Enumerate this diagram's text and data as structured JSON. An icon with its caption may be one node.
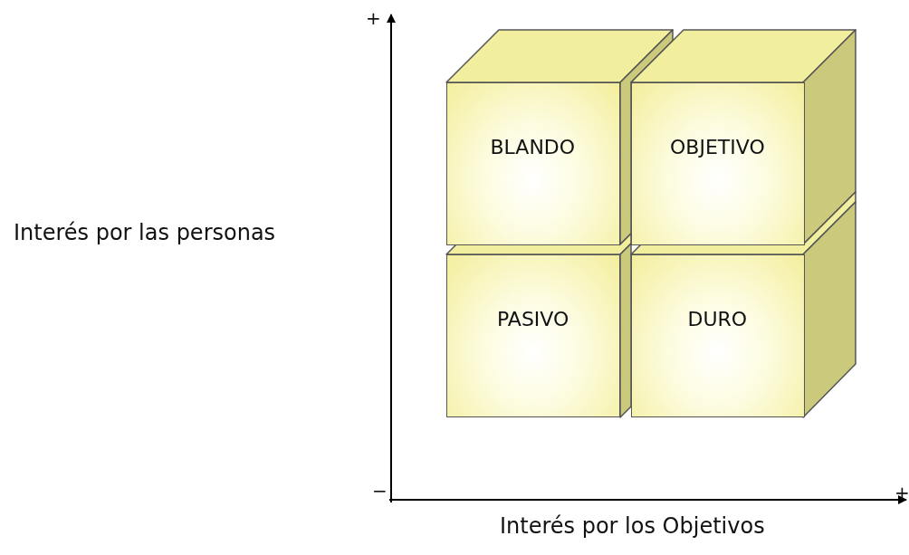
{
  "diagram": {
    "nodes": [
      {
        "text": [
          "BLANDO"
        ]
      },
      {
        "text": [
          "OBJETIVO"
        ]
      },
      {
        "text": [
          "PASIVO"
        ]
      },
      {
        "text": [
          "DURO"
        ]
      }
    ],
    "labels": [
      "+",
      "Interés por las personas",
      "−",
      "+",
      "Interés por los Objetivos"
    ]
  }
}
